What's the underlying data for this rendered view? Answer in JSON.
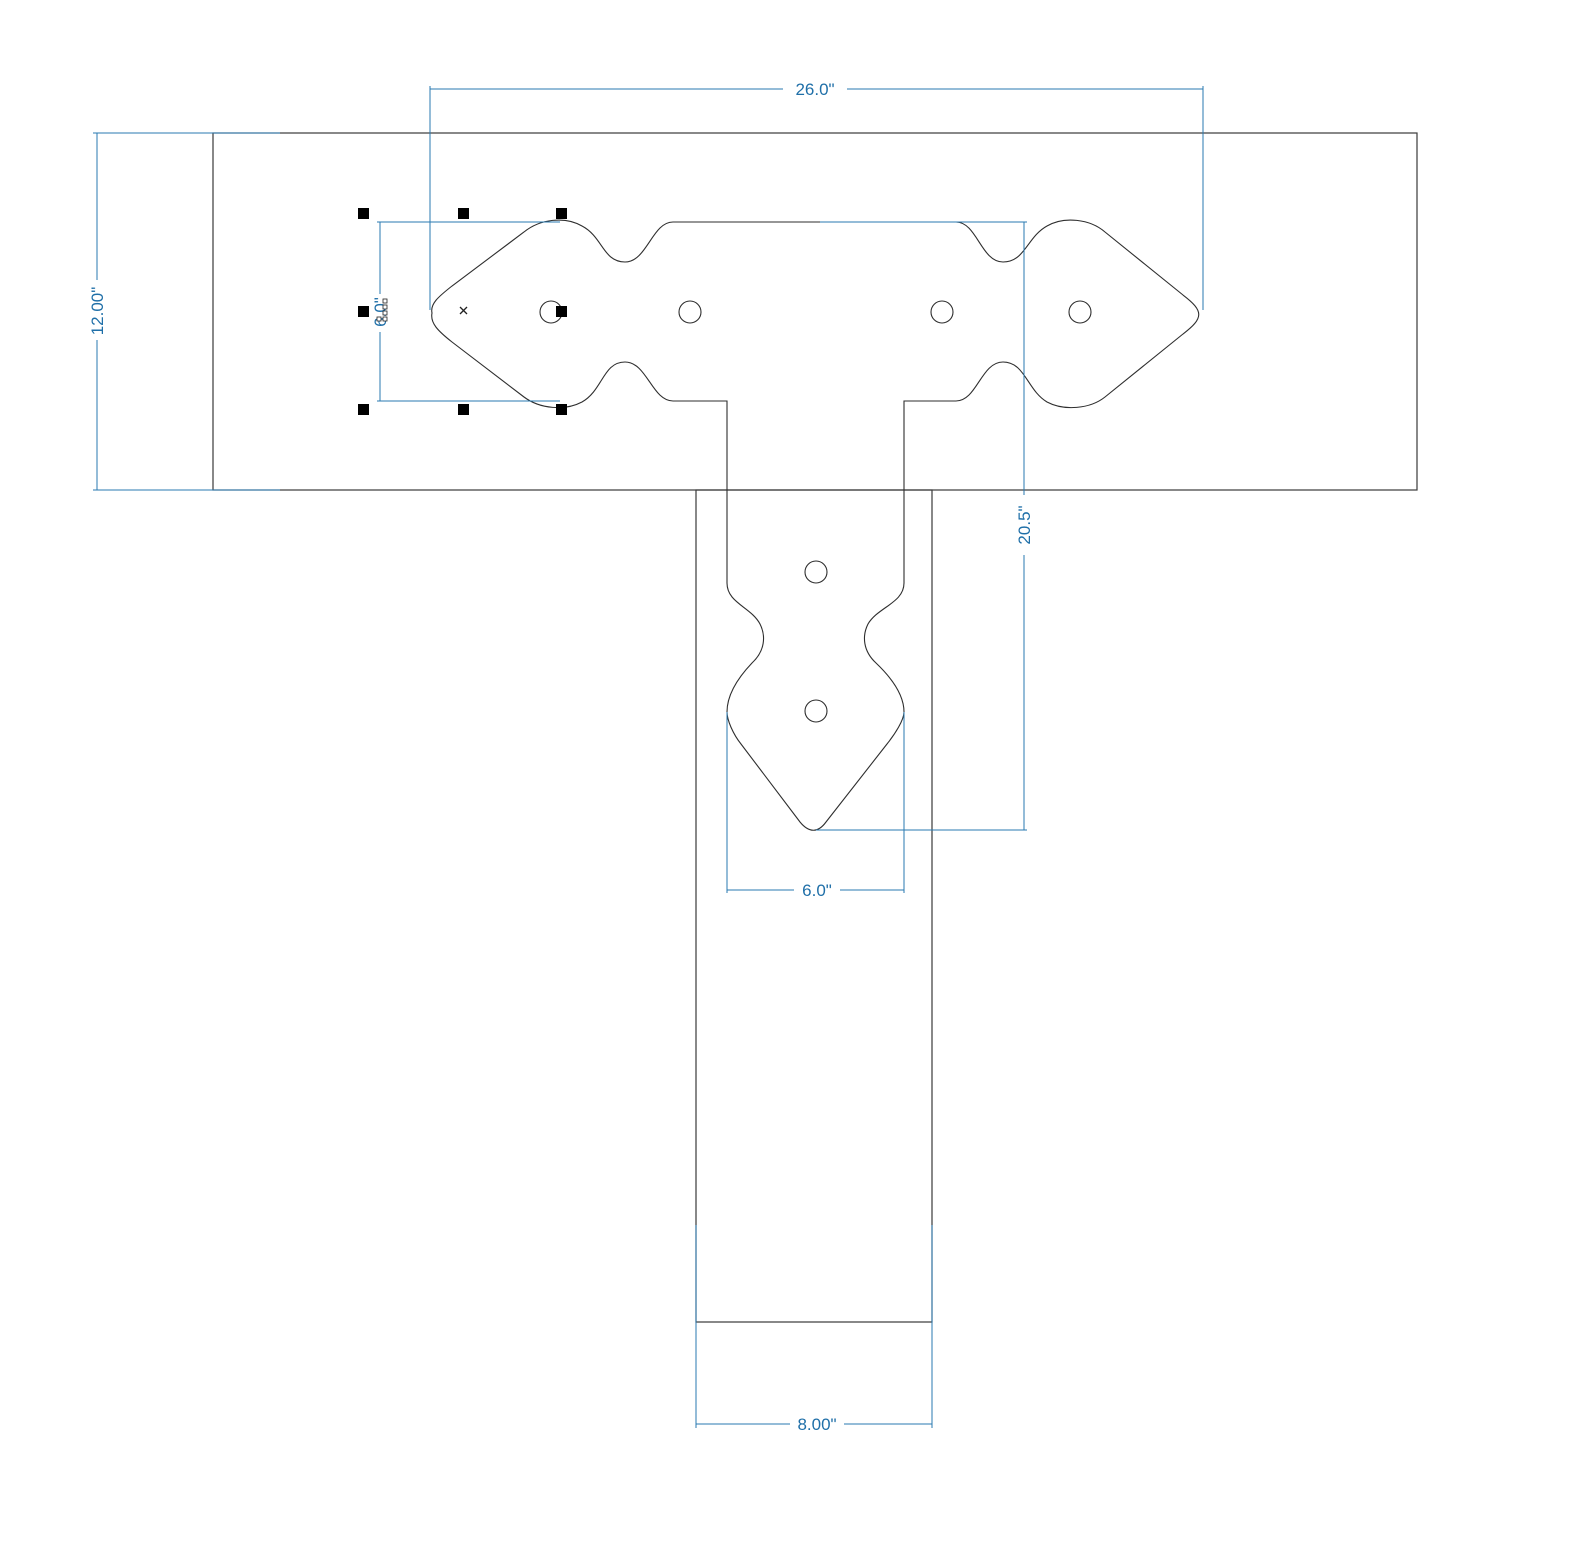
{
  "drawing": {
    "dimensions": {
      "overall_width": "26.0\"",
      "beam_height": "12.00\"",
      "arm_height": "6.0\"",
      "plate_drop": "20.5\"",
      "stem_width": "6.0\"",
      "post_width": "8.00\""
    }
  },
  "colors": {
    "dimension": "#2a7ab0",
    "outline": "#2e2e2e",
    "background": "#ffffff"
  }
}
